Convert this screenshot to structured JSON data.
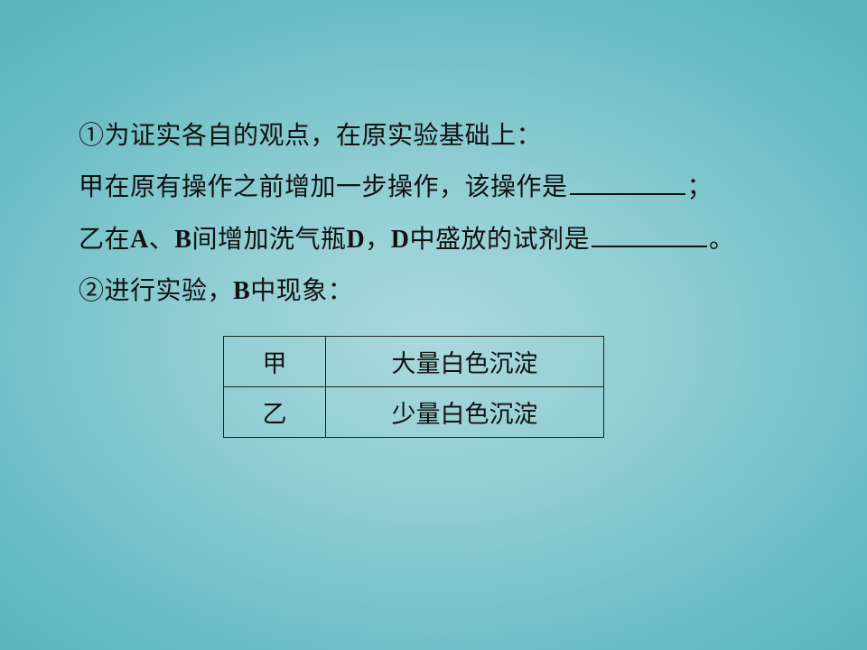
{
  "lines": {
    "l1": "①为证实各自的观点，在原实验基础上：",
    "l2_text": "甲在原有操作之前增加一步操作，该操作是",
    "l2_end": "；",
    "l3_a": "乙在",
    "l3_A": "A",
    "l3_sep": "、",
    "l3_B": "B",
    "l3_b": "间增加洗气瓶",
    "l3_D1": "D",
    "l3_c": "，",
    "l3_D2": "D",
    "l3_d": "中盛放的试剂是",
    "l3_end": "。",
    "l4_a": "②进行实验，",
    "l4_B": "B",
    "l4_b": "中现象："
  },
  "table": {
    "rows": [
      {
        "who": "甲",
        "phenomenon": "大量白色沉淀"
      },
      {
        "who": "乙",
        "phenomenon": "少量白色沉淀"
      }
    ]
  }
}
